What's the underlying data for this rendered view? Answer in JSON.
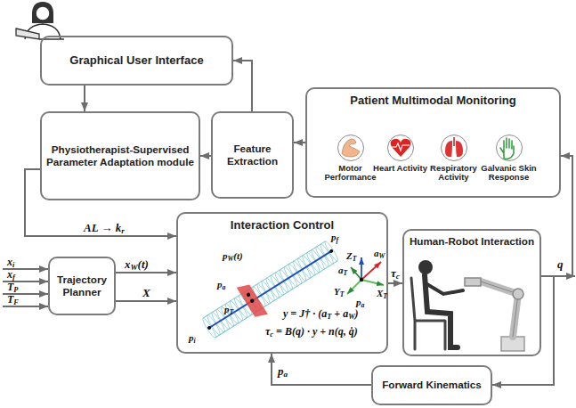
{
  "diagram": {
    "nodes": [
      {
        "text": [
          "Graphical User Interface"
        ]
      },
      {
        "text": [
          "Physiotherapist-Supervised Parameter Adaptation module"
        ]
      },
      {
        "text": [
          "Feature Extraction"
        ]
      },
      {
        "text": [
          "Patient Multimodal Monitoring"
        ]
      },
      {
        "text": [
          "Motor Performance"
        ],
        "in": 3
      },
      {
        "text": [
          "Heart Activity"
        ],
        "in": 3
      },
      {
        "text": [
          "Respiratory Activity"
        ],
        "in": 3
      },
      {
        "text": [
          "Galvanic Skin Response"
        ],
        "in": 3
      },
      {
        "text": [
          "Trajectory Planner"
        ]
      },
      {
        "text": [
          "Interaction Control"
        ]
      },
      {
        "text": [
          "Human-Robot Interaction"
        ]
      },
      {
        "text": [
          "Forward Kinematics"
        ]
      }
    ],
    "edges": [
      {
        "from": 0,
        "to": 1,
        "arrow": "to"
      },
      {
        "from": 2,
        "to": 0,
        "arrow": "to"
      },
      {
        "from": 2,
        "to": 1,
        "arrow": "to"
      },
      {
        "from": 3,
        "to": 2,
        "arrow": "to"
      },
      {
        "from": 1,
        "to": 9,
        "arrow": "to",
        "label": "AL → kr"
      },
      {
        "from": 8,
        "to": 9,
        "arrow": "to",
        "label": "xW(t)"
      },
      {
        "from": 8,
        "to": 9,
        "arrow": "to",
        "label": "X"
      },
      {
        "from": 9,
        "to": 10,
        "arrow": "to",
        "label": "τc"
      },
      {
        "from": 10,
        "to": 3,
        "arrow": "to"
      },
      {
        "from": 10,
        "to": 11,
        "arrow": "to"
      },
      {
        "from": 11,
        "to": 9,
        "arrow": "to",
        "label": "pa"
      }
    ],
    "labels": [
      "xi",
      "xf",
      "TP",
      "TF",
      "q",
      "pf",
      "pW(t)",
      "ZT",
      "aW",
      "pa",
      "XT",
      "YT",
      "aT",
      "pa",
      "pT",
      "y = J† · (aT + aW)",
      "τc = B(q) · y + n(q, q̇)",
      "pi"
    ]
  }
}
